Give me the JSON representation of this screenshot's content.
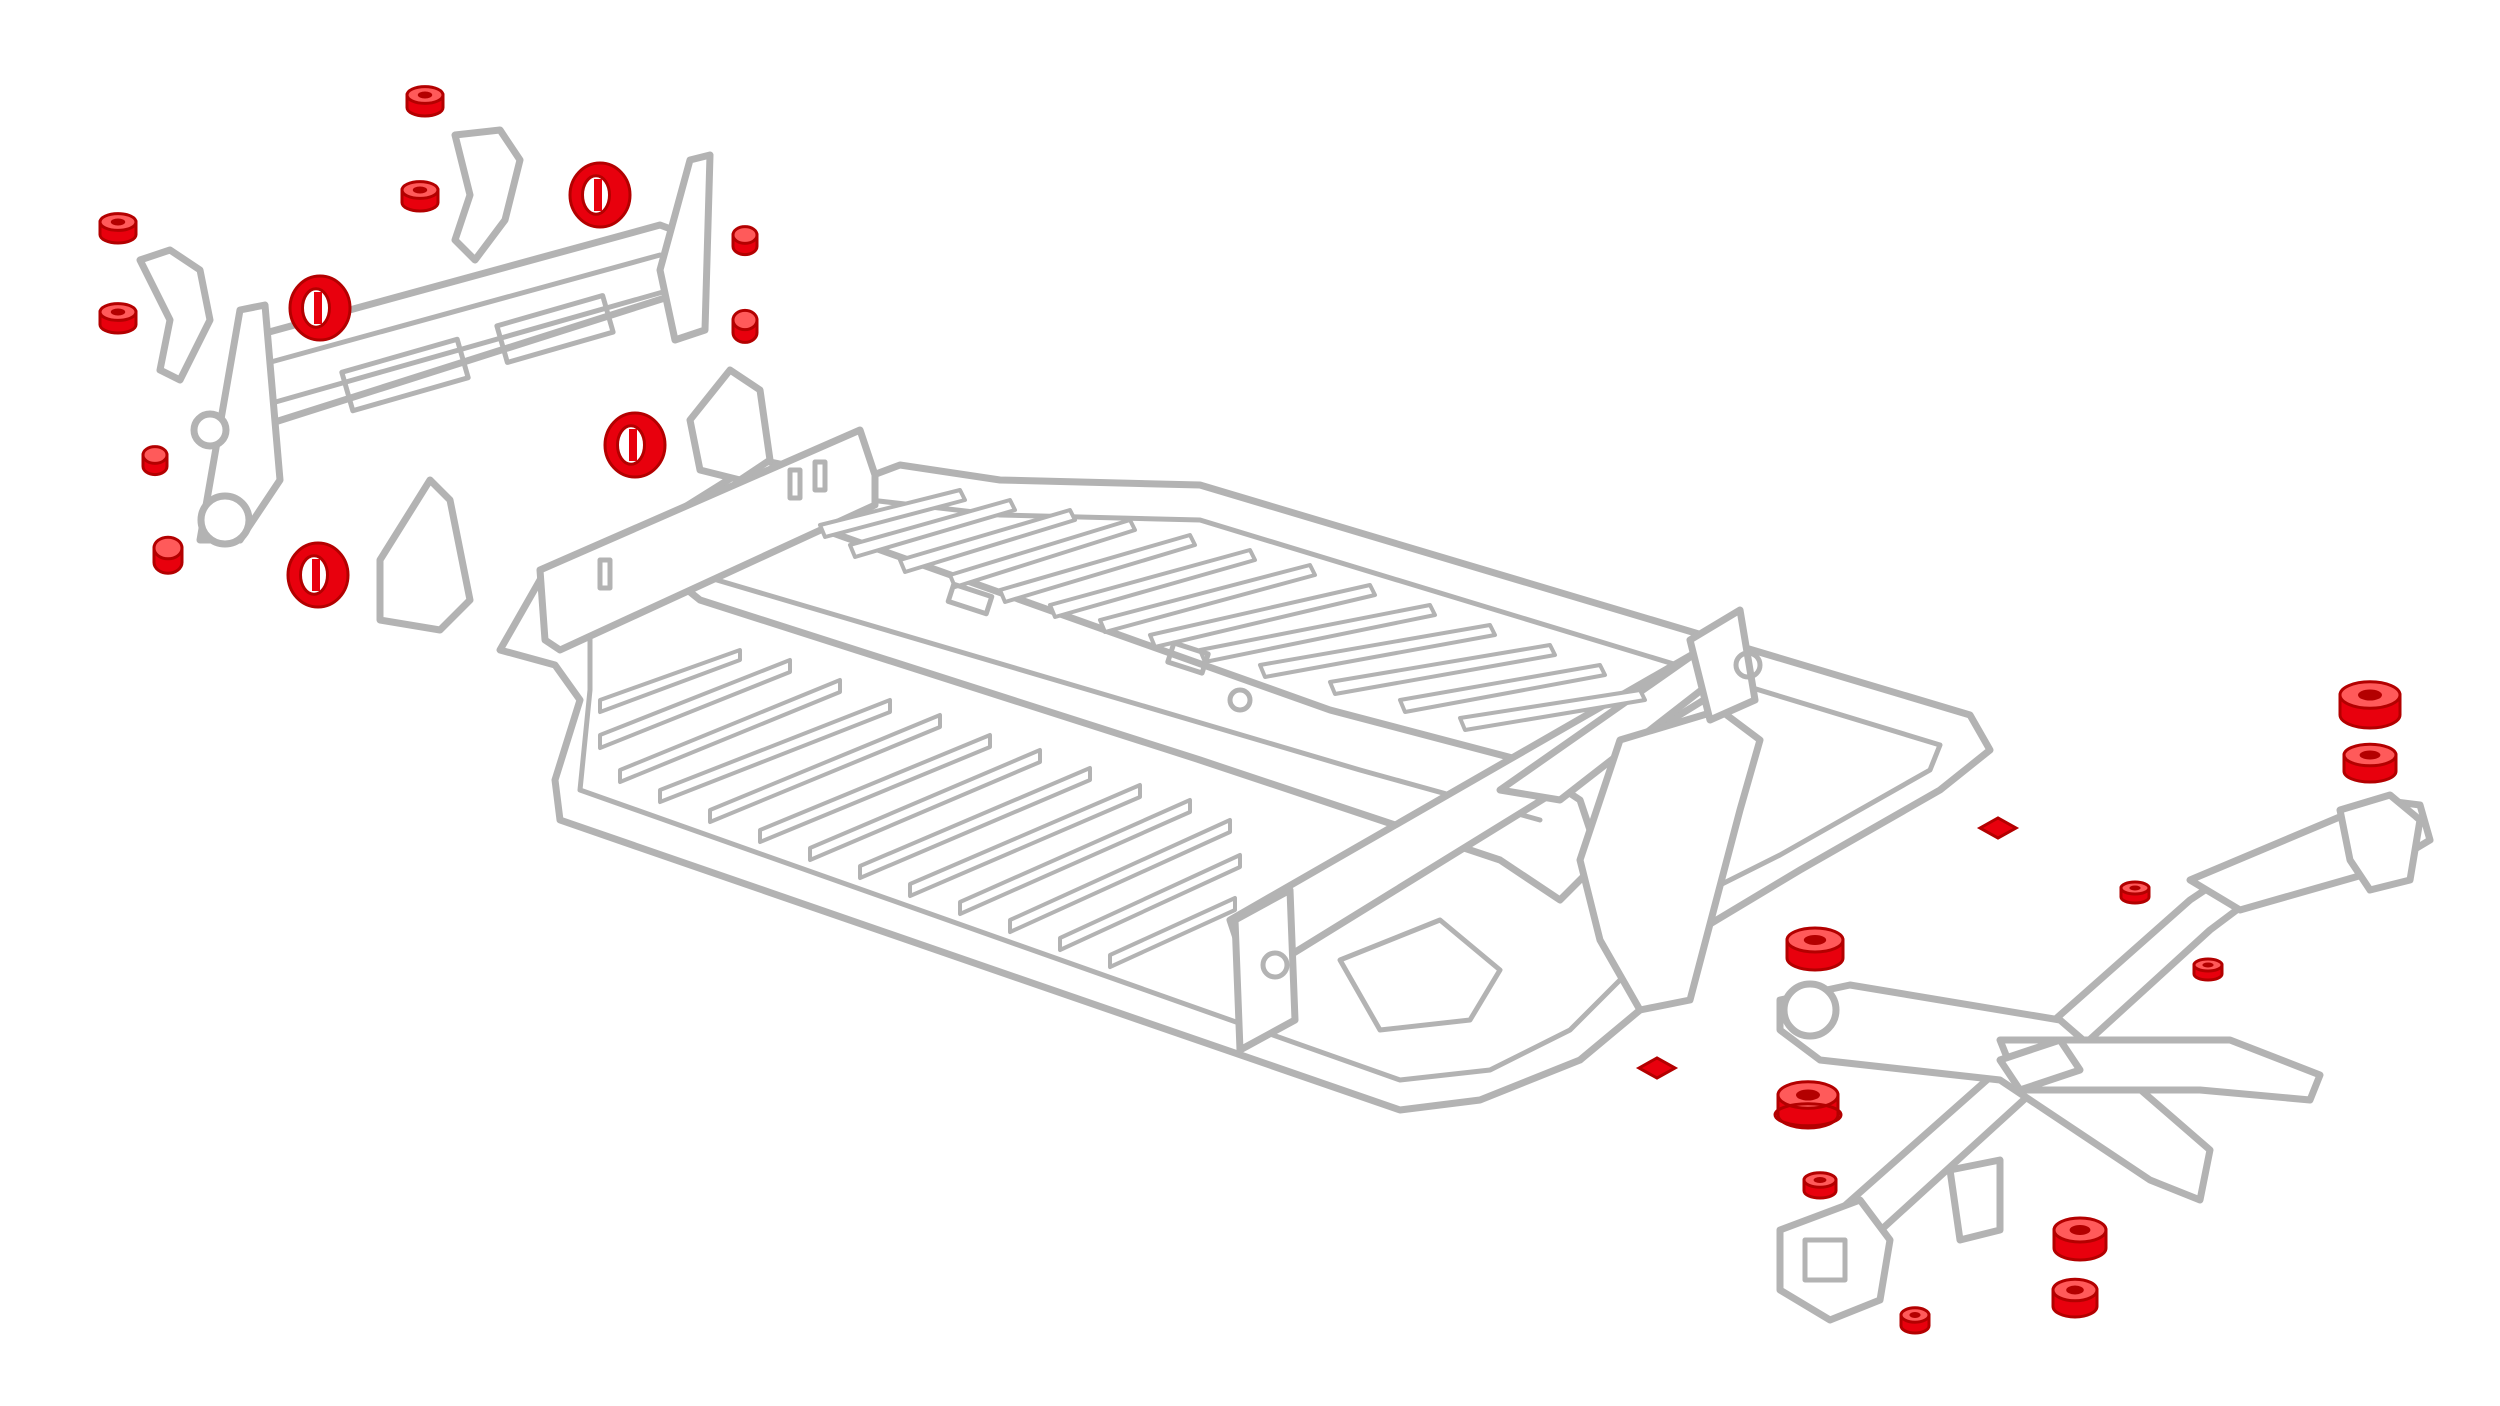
{
  "colors": {
    "frame_line": "#b3b3b3",
    "frame_fill": "#ffffff",
    "bushing_fill": "#e8000d",
    "bushing_shade": "#b30000",
    "bushing_highlight": "#ff5a5a",
    "background": "#ffffff"
  },
  "components": [
    {
      "name": "chassis-floor-pan",
      "color": "#b3b3b3"
    },
    {
      "name": "front-axle-beam",
      "color": "#b3b3b3"
    },
    {
      "name": "rear-suspension-cradle",
      "color": "#b3b3b3"
    },
    {
      "name": "polyurethane-bushings",
      "color": "#e8000d"
    }
  ]
}
